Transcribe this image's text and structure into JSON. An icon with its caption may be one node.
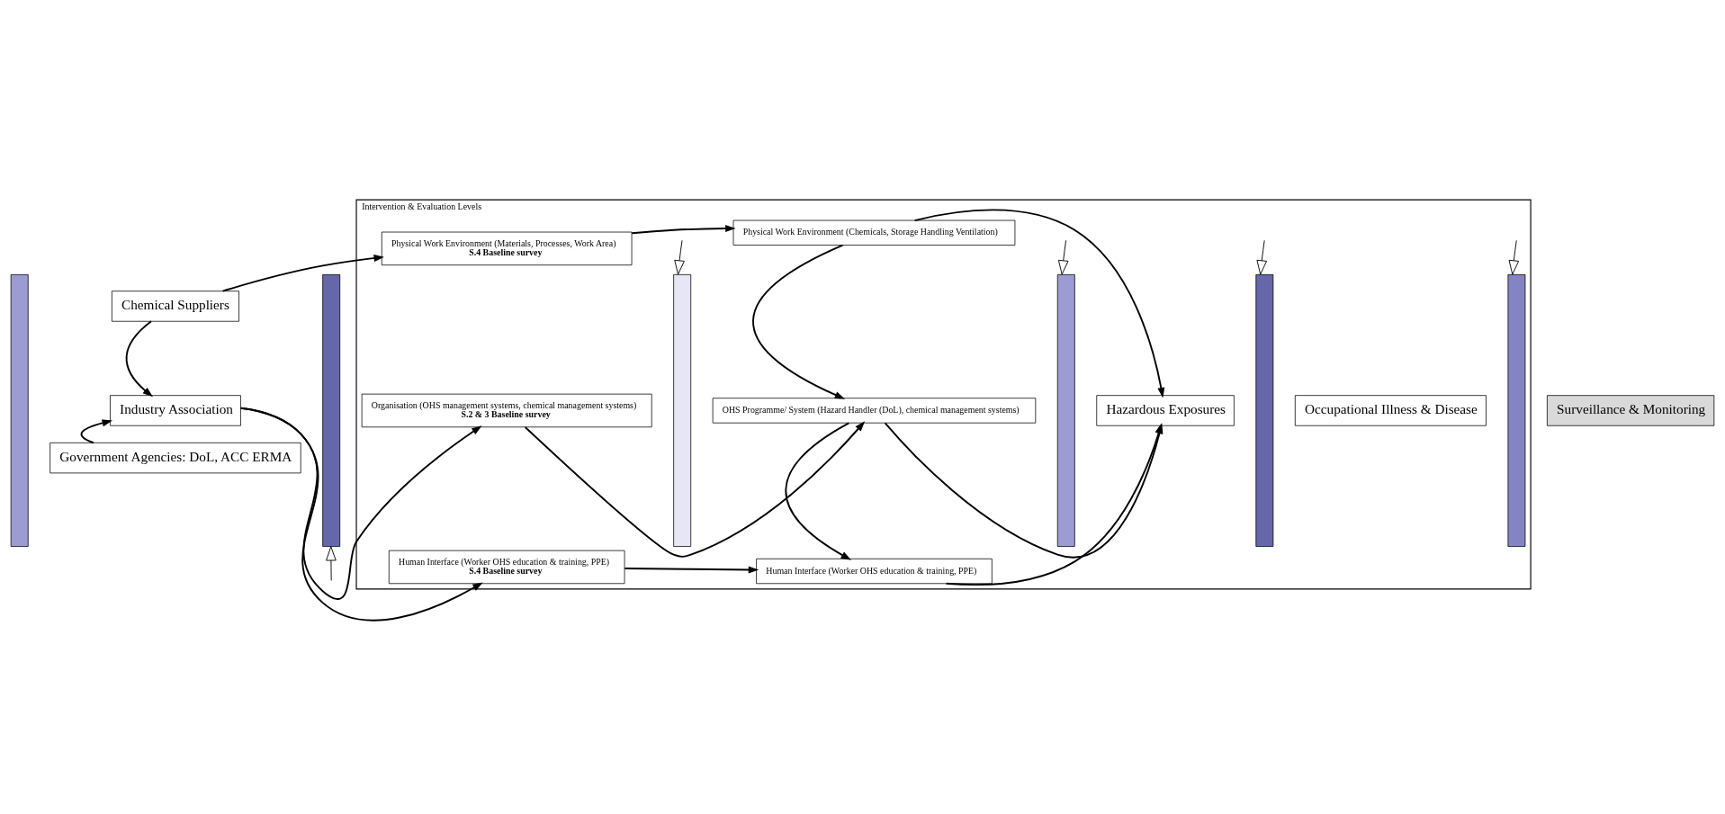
{
  "diagram": {
    "nodes": [
      {
        "text": [],
        "shape": "bar"
      },
      {
        "text": [
          "Chemical Suppliers"
        ]
      },
      {
        "text": [
          "Industry Association"
        ]
      },
      {
        "text": [
          "Government Agencies: DoL, ACC ERMA"
        ]
      },
      {
        "text": [],
        "shape": "bar"
      },
      {
        "text": [
          "Intervention & Evaluation Levels"
        ]
      },
      {
        "text": [
          "Physical Work Environment (Materials, Processes, Work Area)",
          "S.4 Baseline survey"
        ],
        "in": 5
      },
      {
        "text": [
          "Organisation (OHS management systems, chemical management systems)",
          "S.2 & 3 Baseline survey"
        ],
        "in": 5
      },
      {
        "text": [
          "Human Interface (Worker OHS education & training, PPE)",
          "S.4 Baseline survey"
        ],
        "in": 5
      },
      {
        "text": [],
        "shape": "bar",
        "in": 5
      },
      {
        "text": [
          "Physical Work Environment (Chemicals, Storage Handling Ventilation)"
        ],
        "in": 5
      },
      {
        "text": [
          "OHS Programme/ System (Hazard Handler (DoL), chemical management systems)"
        ],
        "in": 5
      },
      {
        "text": [
          "Human Interface (Worker OHS education & training, PPE)"
        ],
        "in": 5
      },
      {
        "text": [],
        "shape": "bar",
        "in": 5
      },
      {
        "text": [
          "Hazardous Exposures"
        ],
        "in": 5
      },
      {
        "text": [],
        "shape": "bar",
        "in": 5
      },
      {
        "text": [
          "Occupational Illness & Disease"
        ],
        "in": 5
      },
      {
        "text": [],
        "shape": "bar",
        "in": 5
      },
      {
        "text": [
          "Surveillance & Monitoring"
        ]
      }
    ],
    "edges": [
      {
        "from": 1,
        "to": 2,
        "arrow": "to"
      },
      {
        "from": 3,
        "to": 2,
        "arrow": "to"
      },
      {
        "from": 1,
        "to": 6,
        "arrow": "to"
      },
      {
        "from": 2,
        "to": 7,
        "arrow": "to"
      },
      {
        "from": 2,
        "to": 8,
        "arrow": "to"
      },
      {
        "from": 6,
        "to": 10,
        "arrow": "to"
      },
      {
        "from": 7,
        "to": 11,
        "arrow": "to"
      },
      {
        "from": 8,
        "to": 12,
        "arrow": "to"
      },
      {
        "from": 10,
        "to": 11,
        "arrow": "to"
      },
      {
        "from": 11,
        "to": 12,
        "arrow": "to"
      },
      {
        "from": 10,
        "to": 14,
        "arrow": "to"
      },
      {
        "from": 11,
        "to": 14,
        "arrow": "to"
      },
      {
        "from": 12,
        "to": 14,
        "arrow": "to"
      },
      {
        "from": null,
        "to": 4,
        "arrow": "to"
      },
      {
        "from": null,
        "to": 9,
        "arrow": "to"
      },
      {
        "from": null,
        "to": 13,
        "arrow": "to"
      },
      {
        "from": null,
        "to": 15,
        "arrow": "to"
      },
      {
        "from": null,
        "to": 17,
        "arrow": "to"
      }
    ]
  }
}
